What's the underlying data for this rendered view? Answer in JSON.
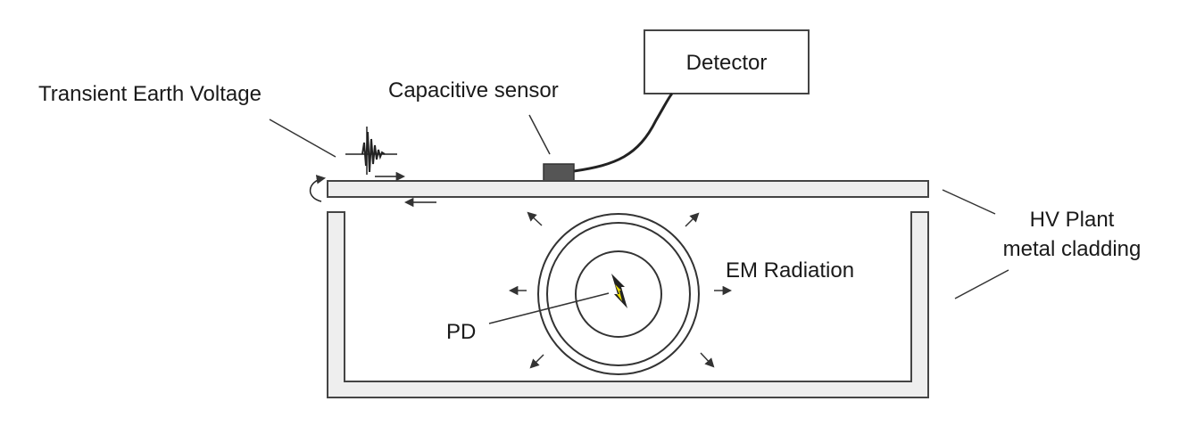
{
  "labels": {
    "tev": "Transient Earth Voltage",
    "sensor": "Capacitive sensor",
    "detector": "Detector",
    "hv_line1": "HV Plant",
    "hv_line2": "metal cladding",
    "em": "EM Radiation",
    "pd": "PD"
  },
  "icons": {
    "discharge": "lightning-bolt-icon"
  },
  "colors": {
    "stroke": "#444444",
    "cladding_fill": "#eeeeee",
    "sensor_fill": "#555555",
    "discharge_spark": "#f2e200"
  }
}
